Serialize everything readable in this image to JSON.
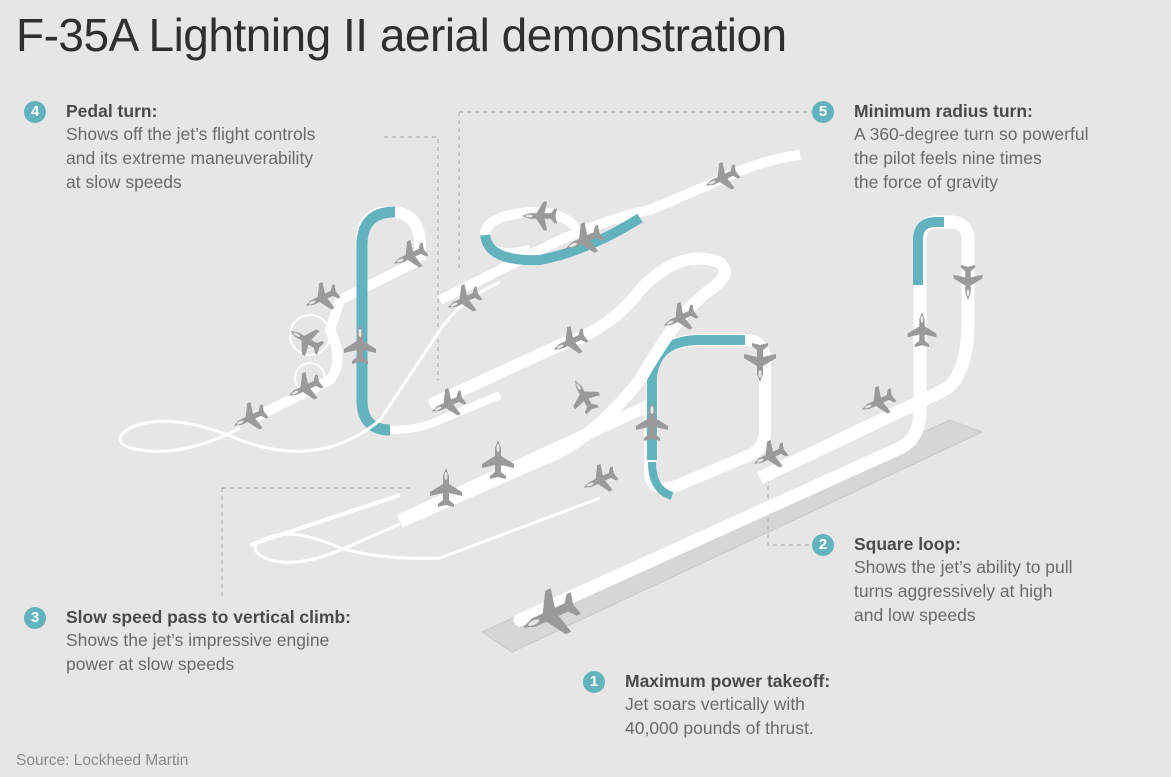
{
  "title": "F-35A Lightning II aerial demonstration",
  "colors": {
    "background": "#e6e6e6",
    "accent_teal": "#62b3bd",
    "ribbon": "#ffffff",
    "jet": "#9a9a9a",
    "runway": "#d6d6d6",
    "leader_line": "#b0b0b0"
  },
  "callouts": [
    {
      "number": "1",
      "heading": "Maximum power takeoff:",
      "lines": [
        "Jet soars vertically with",
        "40,000 pounds of thrust."
      ]
    },
    {
      "number": "2",
      "heading": "Square loop:",
      "lines": [
        "Shows the jet’s ability to pull",
        "turns aggressively at high",
        "and low speeds"
      ]
    },
    {
      "number": "3",
      "heading": "Slow speed pass to vertical climb:",
      "lines": [
        "Shows the jet’s impressive engine",
        "power at slow speeds"
      ]
    },
    {
      "number": "4",
      "heading": "Pedal turn:",
      "lines": [
        "Shows off the jet’s flight controls",
        "and its extreme maneuverability",
        "at slow speeds"
      ]
    },
    {
      "number": "5",
      "heading": "Minimum radius turn:",
      "lines": [
        "A 360-degree turn so powerful",
        "the pilot feels nine times",
        "the force of gravity"
      ]
    }
  ],
  "source": "Source: Lockheed Martin",
  "icons": {
    "jet": "jet-silhouette-icon",
    "badge": "numbered-circle-icon"
  }
}
